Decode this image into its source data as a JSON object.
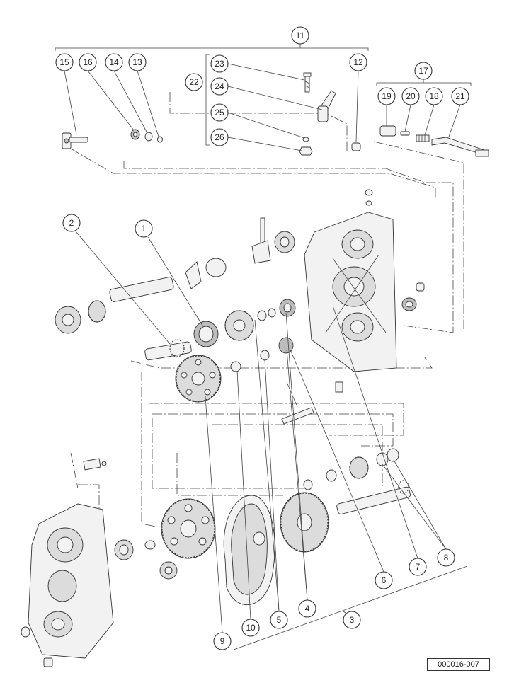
{
  "figure_id": "000016-007",
  "callouts": {
    "c1": "1",
    "c2": "2",
    "c3": "3",
    "c4": "4",
    "c5": "5",
    "c6": "6",
    "c7": "7",
    "c8": "8",
    "c9": "9",
    "c10": "10",
    "c11": "11",
    "c12": "12",
    "c13": "13",
    "c14": "14",
    "c15": "15",
    "c16": "16",
    "c17": "17",
    "c18": "18",
    "c19": "19",
    "c20": "20",
    "c21": "21",
    "c22": "22",
    "c23": "23",
    "c24": "24",
    "c25": "25",
    "c26": "26"
  },
  "colors": {
    "line": "#333333",
    "fill": "#f2f2f2",
    "shade": "#bdbdbd"
  }
}
